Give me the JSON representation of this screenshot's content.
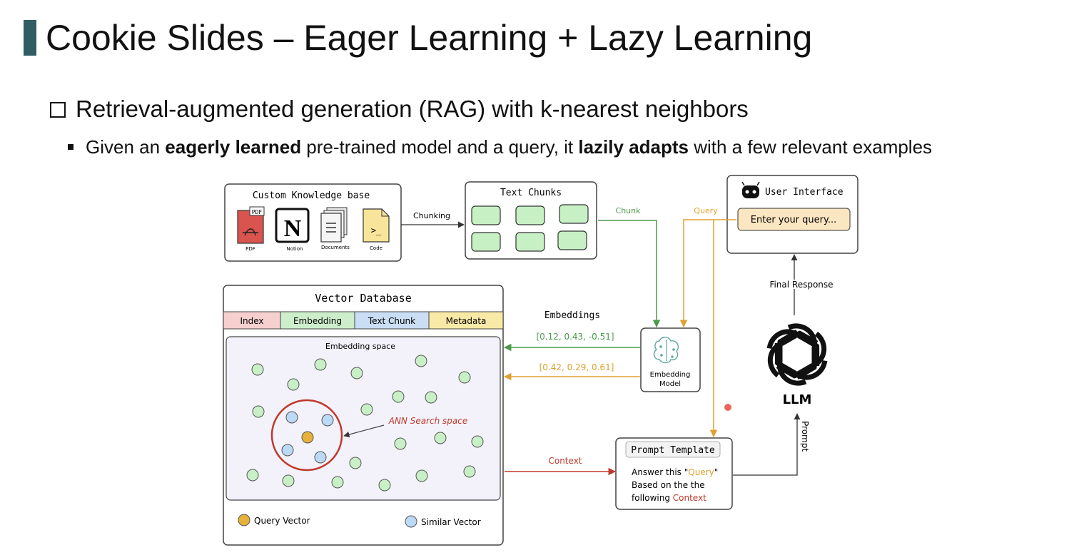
{
  "slide": {
    "title": "Cookie Slides – Eager Learning + Lazy Learning",
    "bullet_main": "Retrieval-augmented generation (RAG) with k-nearest neighbors",
    "bullet_sub": {
      "part1": "Given an ",
      "bold1": "eagerly learned",
      "part2": " pre-trained model and a query, it ",
      "bold2": "lazily adapts",
      "part3": " with a few relevant examples"
    }
  },
  "diagram": {
    "knowledge_base": {
      "title": "Custom Knowledge base",
      "pdf_badge": "PDF",
      "notion_letter": "N",
      "code_glyph": ">_",
      "items": [
        "PDF",
        "Notion",
        "Documents",
        "Code"
      ]
    },
    "chunking_label": "Chunking",
    "text_chunks_title": "Text Chunks",
    "chunk_label": "Chunk",
    "query_label": "Query",
    "user_interface": {
      "title": "User Interface",
      "input_placeholder": "Enter your query..."
    },
    "final_response_label": "Final Response",
    "vector_db": {
      "title": "Vector Database",
      "columns": [
        {
          "label": "Index",
          "color": "#f6cfcf"
        },
        {
          "label": "Embedding",
          "color": "#cdeecb"
        },
        {
          "label": "Text Chunk",
          "color": "#c9ddf4"
        },
        {
          "label": "Metadata",
          "color": "#f8e9a6"
        }
      ],
      "space_label": "Embedding space",
      "ann_label": "ANN Search space",
      "legend_query": "Query Vector",
      "legend_similar": "Similar Vector"
    },
    "embeddings_title": "Embeddings",
    "embedding_green": "[0.12, 0.43, -0.51]",
    "embedding_orange": "[0.42, 0.29, 0.61]",
    "embedding_model": {
      "line1": "Embedding",
      "line2": "Model"
    },
    "llm_label": "LLM",
    "prompt_label": "Prompt",
    "context_label": "Context",
    "prompt_template": {
      "title": "Prompt Template",
      "line1_a": "Answer this \"",
      "line1_query": "Query",
      "line1_b": "\"",
      "line2": "Based on the the",
      "line3_a": "following ",
      "line3_context": "Context"
    },
    "colors": {
      "green_arrow": "#4a9a4a",
      "orange_arrow": "#e0a030",
      "red_arrow": "#c0392b",
      "chunk_fill": "#c7f0c4",
      "point_green": "#c9efc6",
      "point_blue": "#bcd9f5",
      "point_orange": "#e8b13a",
      "space_fill": "#f3f2fb"
    }
  }
}
